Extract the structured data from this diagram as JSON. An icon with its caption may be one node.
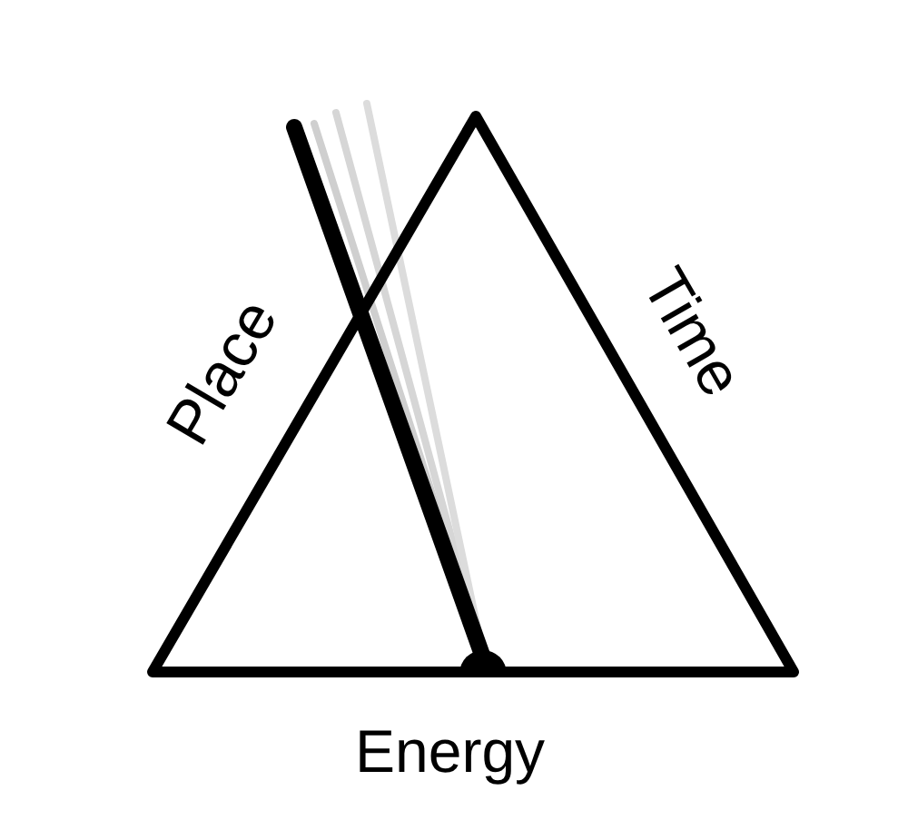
{
  "diagram": {
    "labels": [
      "Place",
      "Time",
      "Energy"
    ]
  }
}
